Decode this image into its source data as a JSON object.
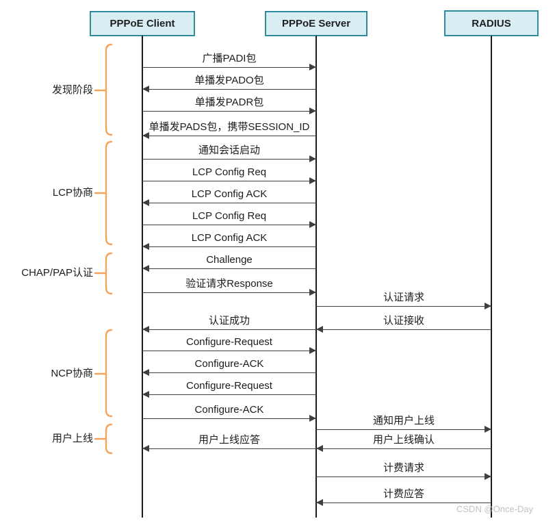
{
  "actors": [
    {
      "name": "PPPoE Client"
    },
    {
      "name": "PPPoE Server"
    },
    {
      "name": "RADIUS"
    }
  ],
  "phases": [
    {
      "label": "发现阶段"
    },
    {
      "label": "LCP协商"
    },
    {
      "label": "CHAP/PAP认证"
    },
    {
      "label": "NCP协商"
    },
    {
      "label": "用户上线"
    }
  ],
  "messages": [
    {
      "label": "广播PADI包",
      "from": "client",
      "to": "server"
    },
    {
      "label": "单播发PADO包",
      "from": "server",
      "to": "client"
    },
    {
      "label": "单播发PADR包",
      "from": "client",
      "to": "server"
    },
    {
      "label": "单播发PADS包，携带SESSION_ID",
      "from": "server",
      "to": "client"
    },
    {
      "label": "通知会话启动",
      "from": "client",
      "to": "server"
    },
    {
      "label": "LCP Config Req",
      "from": "client",
      "to": "server"
    },
    {
      "label": "LCP Config ACK",
      "from": "server",
      "to": "client"
    },
    {
      "label": "LCP Config Req",
      "from": "client",
      "to": "server"
    },
    {
      "label": "LCP Config ACK",
      "from": "server",
      "to": "client"
    },
    {
      "label": "Challenge",
      "from": "server",
      "to": "client"
    },
    {
      "label": "验证请求Response",
      "from": "client",
      "to": "server"
    },
    {
      "label": "认证请求",
      "from": "server",
      "to": "radius"
    },
    {
      "label": "认证成功",
      "from": "server",
      "to": "client"
    },
    {
      "label": "认证接收",
      "from": "radius",
      "to": "server"
    },
    {
      "label": "Configure-Request",
      "from": "client",
      "to": "server"
    },
    {
      "label": "Configure-ACK",
      "from": "server",
      "to": "client"
    },
    {
      "label": "Configure-Request",
      "from": "server",
      "to": "client"
    },
    {
      "label": "Configure-ACK",
      "from": "client",
      "to": "server"
    },
    {
      "label": "通知用户上线",
      "from": "server",
      "to": "radius"
    },
    {
      "label": "用户上线应答",
      "from": "server",
      "to": "client"
    },
    {
      "label": "用户上线确认",
      "from": "radius",
      "to": "server"
    },
    {
      "label": "计费请求",
      "from": "server",
      "to": "radius"
    },
    {
      "label": "计费应答",
      "from": "radius",
      "to": "server"
    }
  ],
  "watermark": {
    "text": "CSDN @Once-Day"
  },
  "colors": {
    "actor_fill": "#d9eef3",
    "actor_border": "#2e8b9d",
    "phase_bracket": "#f7a35c",
    "message_line": "#3f3f3f",
    "lifeline": "#1a1a1a",
    "watermark": "#c6c0c3"
  }
}
